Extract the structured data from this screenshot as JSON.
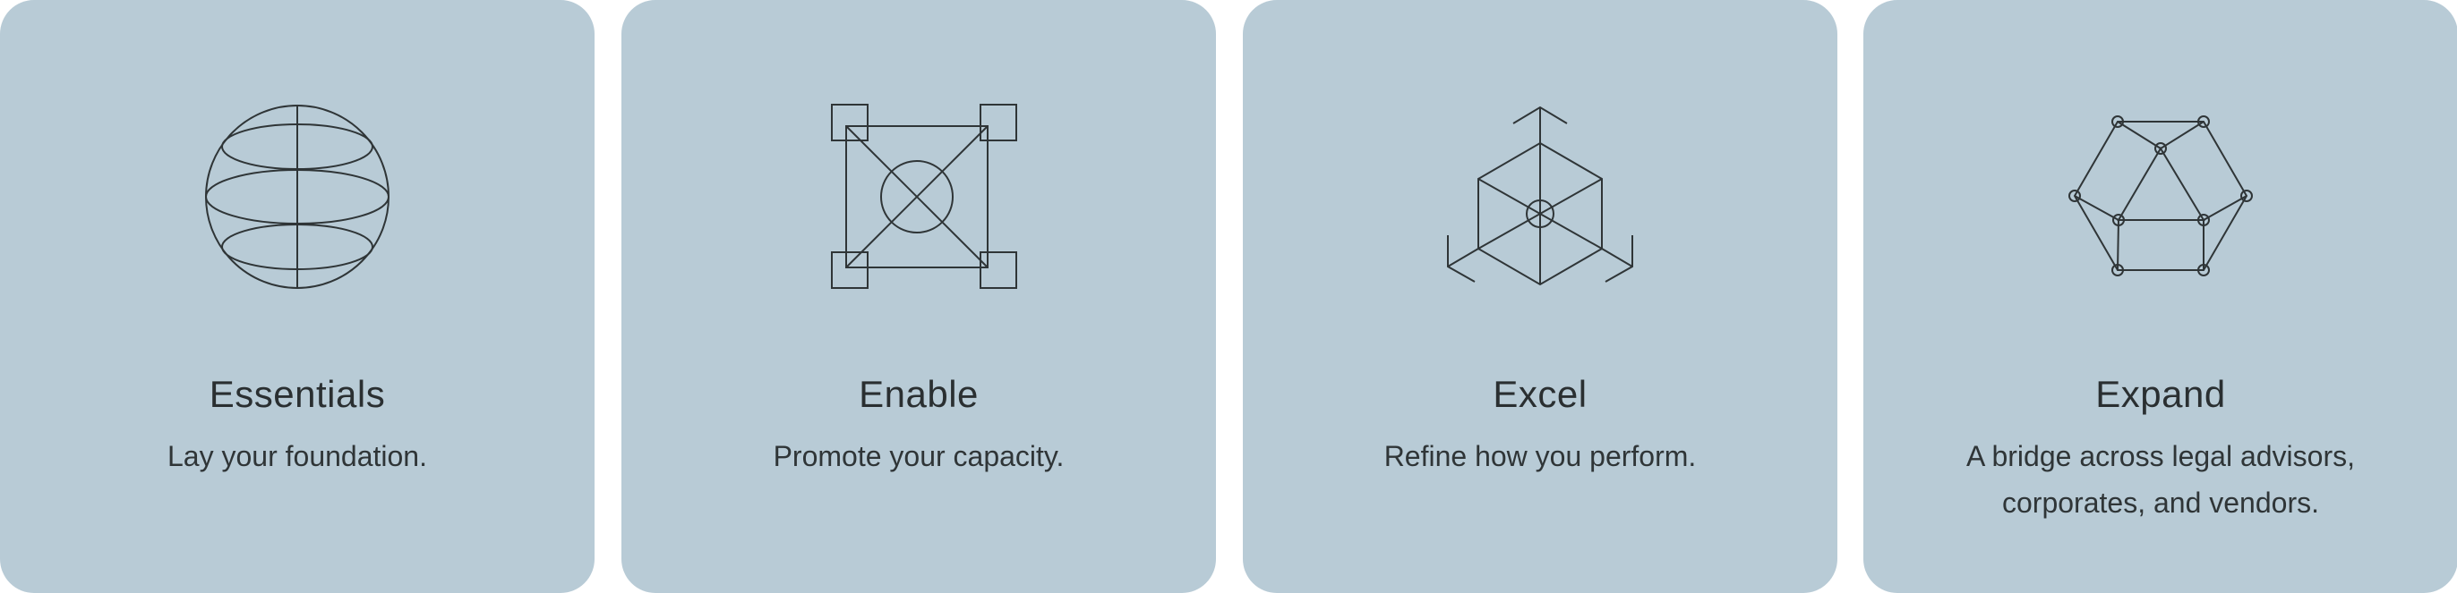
{
  "cards": [
    {
      "icon": "globe-icon",
      "title": "Essentials",
      "description": "Lay your foundation."
    },
    {
      "icon": "frame-crosshair-icon",
      "title": "Enable",
      "description": "Promote your capacity."
    },
    {
      "icon": "cube-icon",
      "title": "Excel",
      "description": "Refine how you perform."
    },
    {
      "icon": "network-icon",
      "title": "Expand",
      "description": "A bridge across legal advisors, corporates, and vendors."
    }
  ],
  "colors": {
    "card_background": "#b8cbd6",
    "text": "#2a2f31",
    "icon_stroke": "#2f3537"
  }
}
